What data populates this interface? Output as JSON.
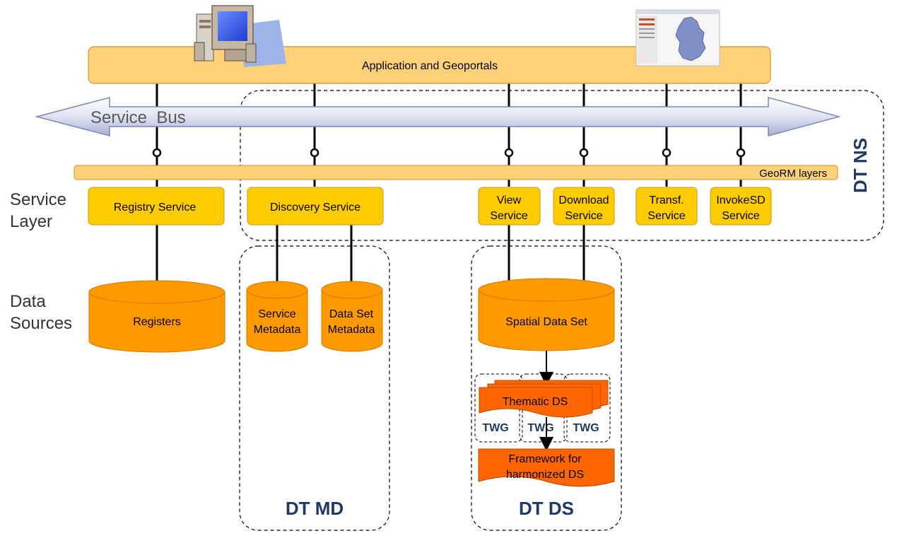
{
  "top_bar": {
    "label": "Application and Geoportals"
  },
  "service_bus": {
    "label": "Service  Bus"
  },
  "georm": {
    "label": "GeoRM layers"
  },
  "side_labels": {
    "service_layer": [
      "Service",
      "Layer"
    ],
    "data_sources": [
      "Data",
      "Sources"
    ]
  },
  "services": [
    {
      "lines": [
        "Registry Service"
      ]
    },
    {
      "lines": [
        "Discovery Service"
      ]
    },
    {
      "lines": [
        "View",
        "Service"
      ]
    },
    {
      "lines": [
        "Download",
        "Service"
      ]
    },
    {
      "lines": [
        "Transf.",
        "Service"
      ]
    },
    {
      "lines": [
        "InvokeSD",
        "Service"
      ]
    }
  ],
  "data_stores": [
    {
      "lines": [
        "Registers"
      ]
    },
    {
      "lines": [
        "Service",
        "Metadata"
      ]
    },
    {
      "lines": [
        "Data Set",
        "Metadata"
      ]
    },
    {
      "lines": [
        "Spatial Data Set"
      ]
    }
  ],
  "thematic": {
    "label": "Thematic DS"
  },
  "twg": [
    "TWG",
    "TWG",
    "TWG"
  ],
  "framework": {
    "lines": [
      "Framework for",
      "harmonized DS"
    ]
  },
  "groups": {
    "ns": "DT NS",
    "md": "DT MD",
    "ds": "DT DS"
  },
  "colors": {
    "light_orange": "#FFD27A",
    "service_yellow": "#FFCC00",
    "cylinder_orange": "#FF9900",
    "thematic_orange": "#FF6600",
    "label_navy": "#203864"
  },
  "icons": [
    "desktop-computer-icon",
    "geoportal-map-screenshot-icon"
  ]
}
